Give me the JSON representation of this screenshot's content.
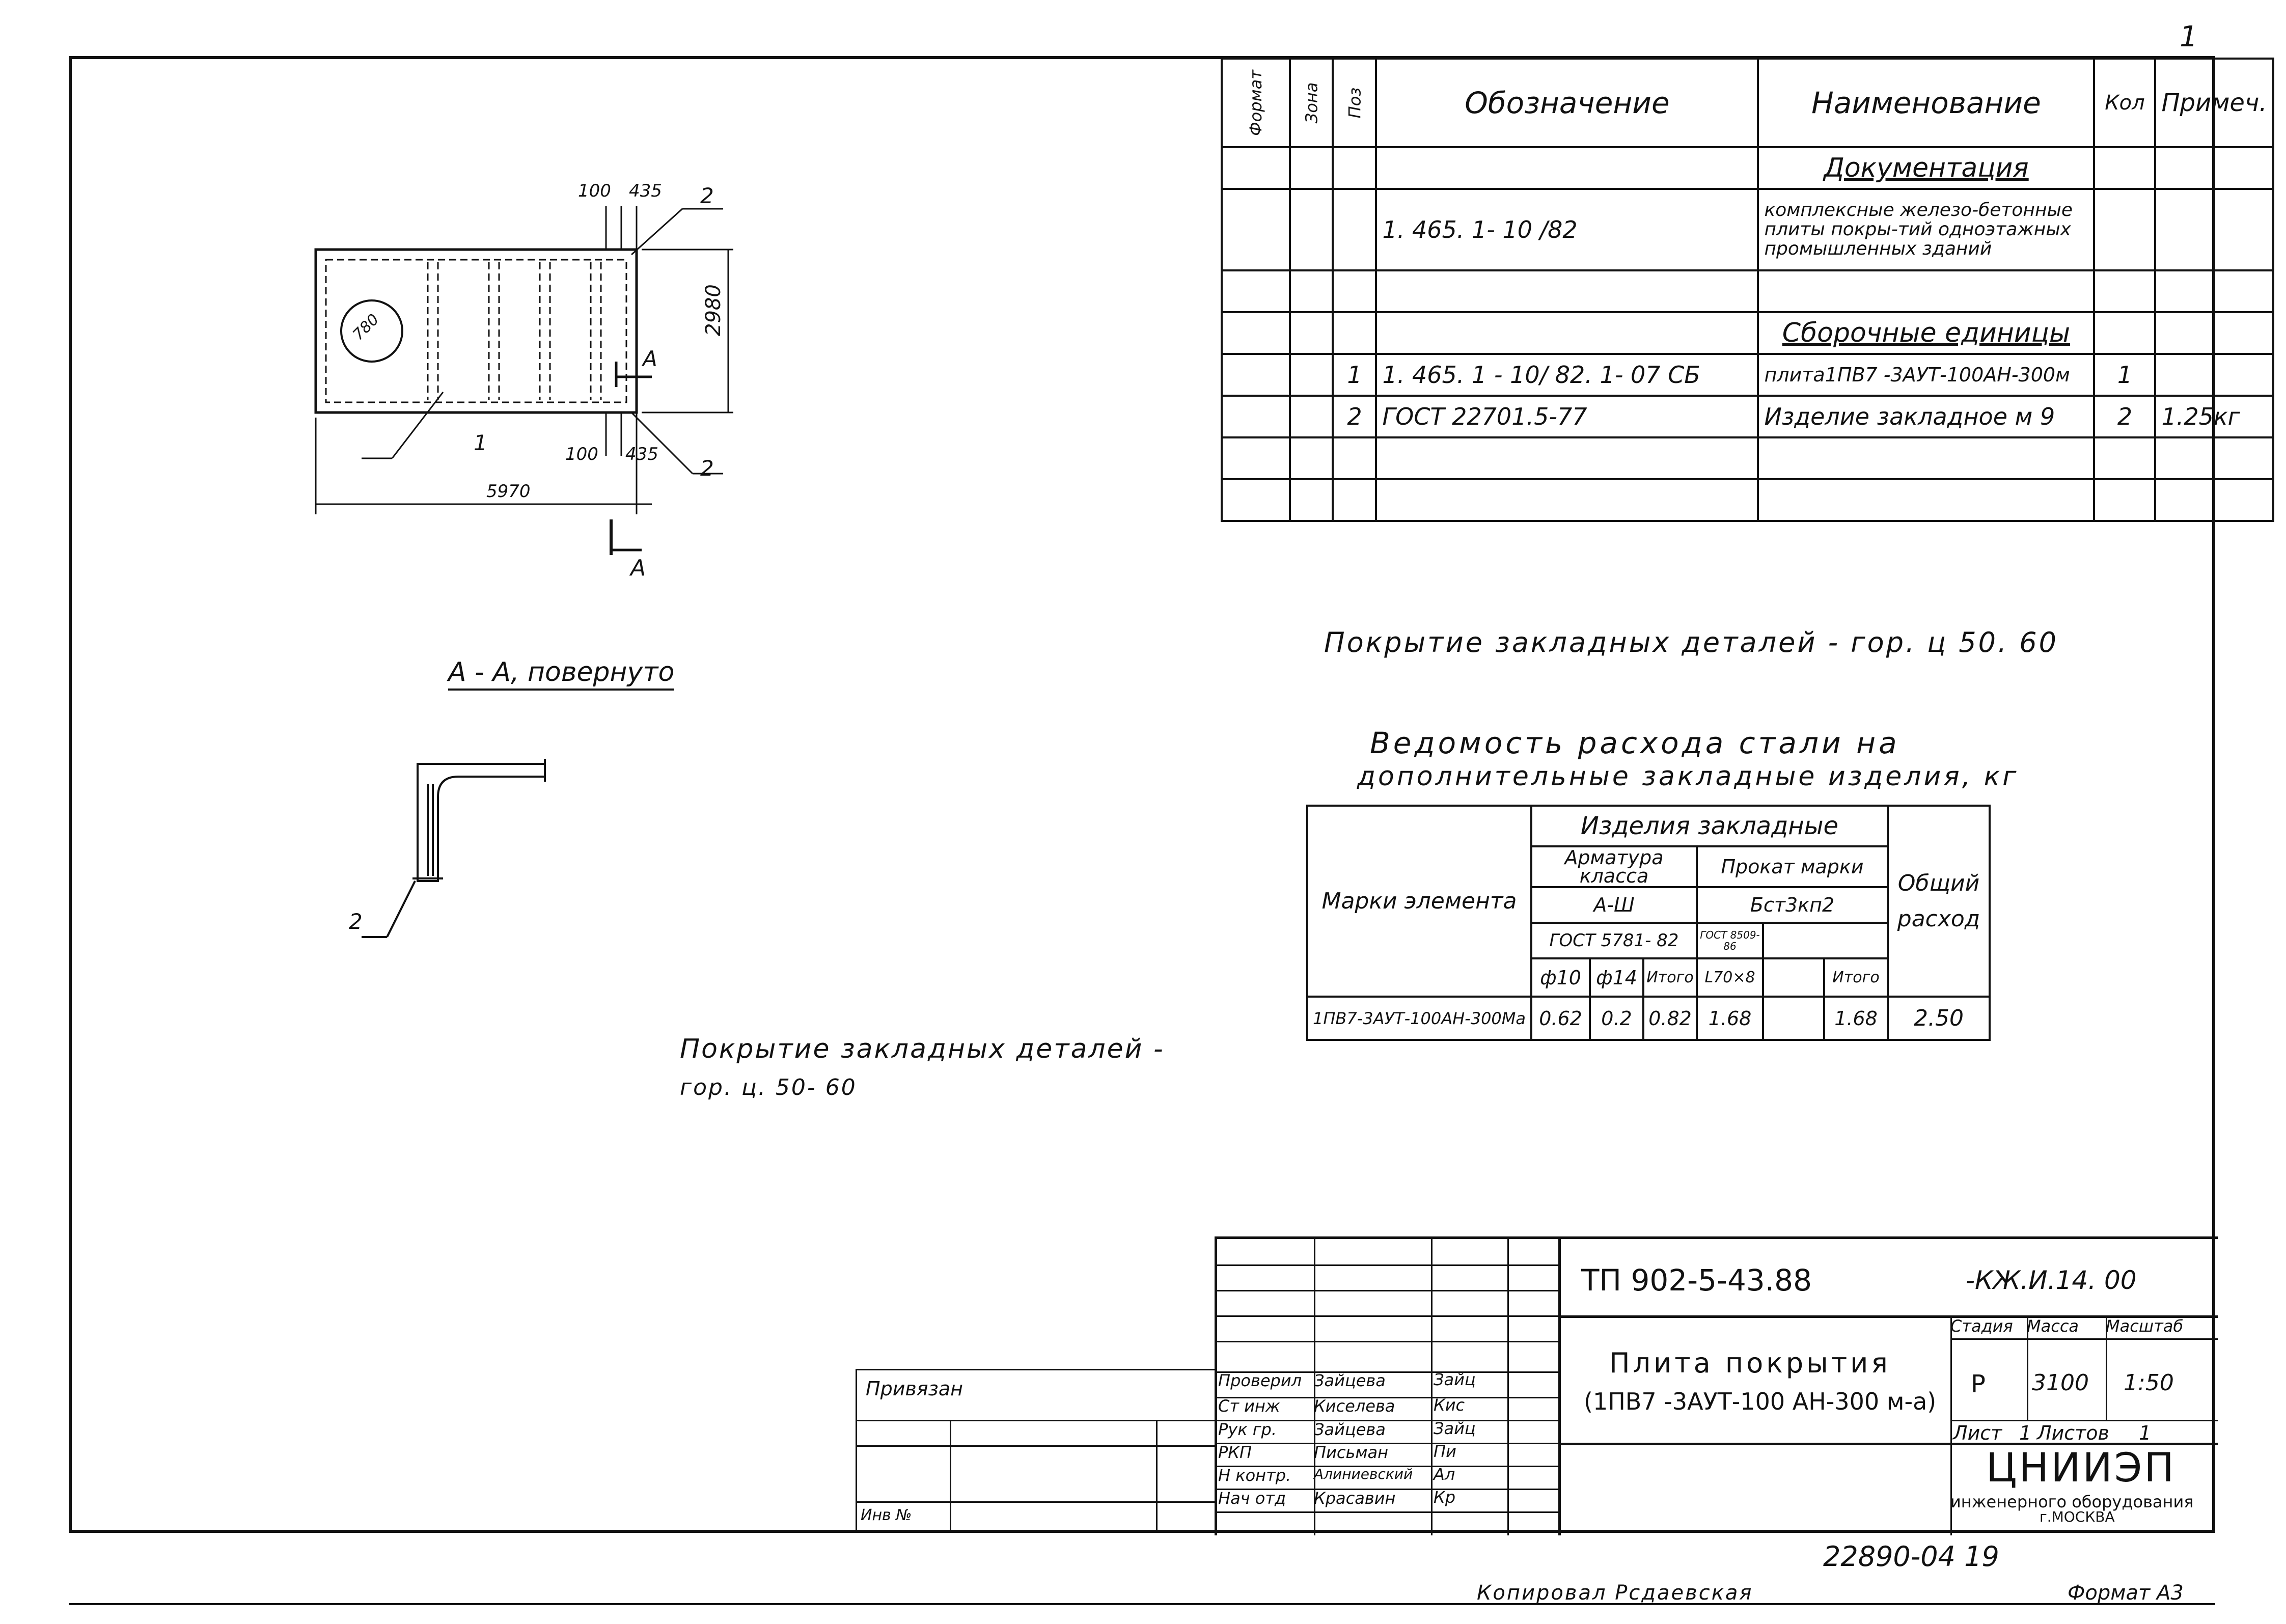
{
  "page_number": "1",
  "spec": {
    "headers": {
      "format": "Формат",
      "zone": "Зона",
      "pos": "Поз",
      "designation": "Обозначение",
      "name": "Наименование",
      "qty": "Кол",
      "note": "Примеч."
    },
    "documentation_title": "Документация",
    "doc_designation": "1. 465. 1- 10 /82",
    "doc_name": "комплексные железо-бетонные плиты покры-тий одноэтажных промышленных зданий",
    "assembly_title": "Сборочные единицы",
    "rows": [
      {
        "pos": "1",
        "designation": "1. 465. 1 - 10/ 82. 1- 07 СБ",
        "name": "плита1ПВ7 -3АУТ-100АН-300м",
        "qty": "1",
        "note": ""
      },
      {
        "pos": "2",
        "designation": "ГОСТ 22701.5-77",
        "name": "Изделие закладное м 9",
        "qty": "2",
        "note": "1.25кг"
      }
    ]
  },
  "drawing": {
    "dim_100_top": "100",
    "dim_435_top": "435",
    "dim_100_bot": "100",
    "dim_435_bot": "435",
    "dim_2980": "2980",
    "dim_5970": "5970",
    "hole_dia": "780",
    "leader_1": "1",
    "leader_2a": "2",
    "leader_2b": "2",
    "section_mark_a": "А",
    "section_mark_a2": "А",
    "section_title": "А - А, повернуто",
    "section_leader": "2"
  },
  "coating_note_1": "Покрытие закладных деталей - гор. ц 50. 60",
  "coating_note_2_line1": "Покрытие закладных деталей -",
  "coating_note_2_line2": "гор. ц. 50- 60",
  "steel": {
    "title_line1": "Ведомость расхода стали на",
    "title_line2": "дополнительные закладные изделия, кг",
    "marks_header": "Марки элемента",
    "embedded_header": "Изделия закладные",
    "rebar_header": "Арматура класса",
    "rolled_header": "Прокат марки",
    "rebar_class": "А-Ш",
    "rolled_grade": "Бст3кп2",
    "rebar_gost": "ГОСТ 5781- 82",
    "rolled_gost": "ГОСТ 8509-86",
    "total_header": "Общий расход",
    "cols": [
      "ф10",
      "ф14",
      "Итого",
      "L70×8",
      "",
      "Итого"
    ],
    "row": {
      "mark": "1ПВ7-3АУТ-100АН-300Ма",
      "values": [
        "0.62",
        "0.2",
        "0.82",
        "1.68",
        "",
        "1.68"
      ],
      "total": "2.50"
    }
  },
  "title_block": {
    "doc_code": "ТП 902-5-43.88",
    "doc_suffix": "-КЖ.И.14. 00",
    "title_line1": "Плита покрытия",
    "title_line2": "(1ПВ7 -3АУТ-100 АН-300 м-а)",
    "stage_label": "Стадия",
    "mass_label": "Масса",
    "scale_label": "Масштаб",
    "stage": "Р",
    "mass": "3100",
    "scale": "1:50",
    "sheet_label": "Лист",
    "sheet": "1",
    "sheets_label": "Листов",
    "sheets": "1",
    "org_name": "ЦНИИЭП",
    "org_line2": "инженерного оборудования",
    "org_city": "г.МОСКВА",
    "privyazan": "Привязан",
    "inv": "Инв №",
    "signers": [
      {
        "role": "Проверил",
        "name": "Зайцева",
        "sig": "Зайц"
      },
      {
        "role": "Ст инж",
        "name": "Киселева",
        "sig": "Кис"
      },
      {
        "role": "Рук гр.",
        "name": "Зайцева",
        "sig": "Зайц"
      },
      {
        "role": "РКП",
        "name": "Письман",
        "sig": "Пи"
      },
      {
        "role": "Н контр.",
        "name": "Алиниевский",
        "sig": "Ал"
      },
      {
        "role": "Нач отд",
        "name": "Красавин",
        "sig": "Кр"
      }
    ]
  },
  "archive_number": "22890-04 19",
  "copied_by": "Копировал Рсдаевская",
  "format_label": "Формат А3"
}
